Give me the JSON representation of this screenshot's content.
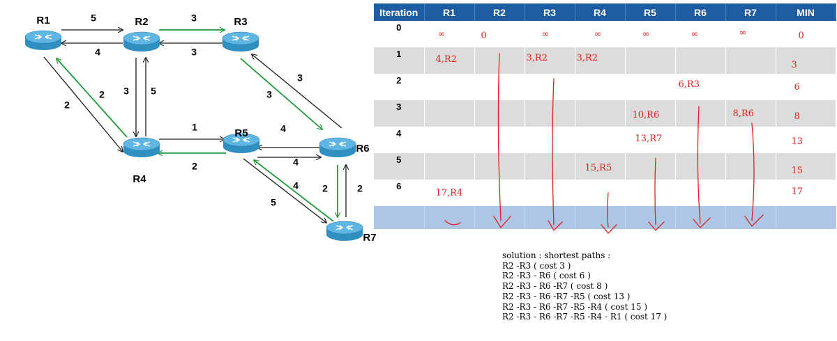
{
  "graph": {
    "routers": [
      {
        "id": "R1",
        "label": "R1"
      },
      {
        "id": "R2",
        "label": "R2"
      },
      {
        "id": "R3",
        "label": "R3"
      },
      {
        "id": "R4",
        "label": "R4"
      },
      {
        "id": "R5",
        "label": "R5"
      },
      {
        "id": "R6",
        "label": "R6"
      },
      {
        "id": "R7",
        "label": "R7"
      }
    ],
    "edges": [
      {
        "from": "R1",
        "to": "R2",
        "cost": "5",
        "highlight": false
      },
      {
        "from": "R2",
        "to": "R1",
        "cost": "4",
        "highlight": false
      },
      {
        "from": "R2",
        "to": "R3",
        "cost": "3",
        "highlight": true
      },
      {
        "from": "R3",
        "to": "R2",
        "cost": "3",
        "highlight": false
      },
      {
        "from": "R1",
        "to": "R4",
        "cost": "2",
        "highlight": false
      },
      {
        "from": "R4",
        "to": "R1",
        "cost": "2",
        "highlight": true
      },
      {
        "from": "R2",
        "to": "R4",
        "cost": "3",
        "highlight": false
      },
      {
        "from": "R4",
        "to": "R2",
        "cost": "5",
        "highlight": false
      },
      {
        "from": "R3",
        "to": "R6",
        "cost": "3",
        "highlight": true
      },
      {
        "from": "R6",
        "to": "R3",
        "cost": "3",
        "highlight": false
      },
      {
        "from": "R4",
        "to": "R5",
        "cost": "1",
        "highlight": false
      },
      {
        "from": "R5",
        "to": "R4",
        "cost": "2",
        "highlight": true
      },
      {
        "from": "R6",
        "to": "R5",
        "cost": "4",
        "highlight": false
      },
      {
        "from": "R5",
        "to": "R6",
        "cost": "4",
        "highlight": false
      },
      {
        "from": "R5",
        "to": "R7",
        "cost": "5",
        "highlight": false
      },
      {
        "from": "R7",
        "to": "R5",
        "cost": "4",
        "highlight": true
      },
      {
        "from": "R6",
        "to": "R7",
        "cost": "2",
        "highlight": true
      },
      {
        "from": "R7",
        "to": "R6",
        "cost": "2",
        "highlight": false
      }
    ],
    "colors": {
      "router_body": "#2f8fc0",
      "router_top": "#5fb6e2",
      "normal_edge": "#1a1a1a",
      "highlight_edge": "#1e9a3a"
    }
  },
  "table": {
    "headers": [
      "Iteration",
      "R1",
      "R2",
      "R3",
      "R4",
      "R5",
      "R6",
      "R7",
      "MIN"
    ],
    "rows": [
      {
        "iteration": "0",
        "cells": [
          "∞",
          "0",
          "∞",
          "∞",
          "∞",
          "∞",
          "∞"
        ],
        "min": "0"
      },
      {
        "iteration": "1",
        "cells": [
          "4,R2",
          "",
          "3,R2",
          "3,R2",
          "",
          "",
          ""
        ],
        "min": "3"
      },
      {
        "iteration": "2",
        "cells": [
          "",
          "",
          "",
          "",
          "",
          "6,R3",
          ""
        ],
        "min": "6"
      },
      {
        "iteration": "3",
        "cells": [
          "",
          "",
          "",
          "",
          "10,R6",
          "",
          "8,R6"
        ],
        "min": "8"
      },
      {
        "iteration": "4",
        "cells": [
          "",
          "",
          "",
          "",
          "13,R7",
          "",
          ""
        ],
        "min": "13"
      },
      {
        "iteration": "5",
        "cells": [
          "",
          "",
          "",
          "15,R5",
          "",
          "",
          ""
        ],
        "min": "15"
      },
      {
        "iteration": "6",
        "cells": [
          "17,R4",
          "",
          "",
          "",
          "",
          "",
          ""
        ],
        "min": "17"
      }
    ],
    "colors": {
      "header_bg": "#1f5da3",
      "odd_row": "#dcdcdc",
      "final_row": "#aec6e6",
      "annotation": "#e0201e"
    }
  },
  "solution": {
    "title": "solution : shortest paths :",
    "lines": [
      "R2 -R3 ( cost 3 )",
      "R2 -R3 - R6 ( cost 6 )",
      "R2 -R3 - R6 -R7 ( cost 8 )",
      "R2 -R3 - R6 -R7 -R5 ( cost 13 )",
      "R2 -R3 - R6 -R7 -R5 -R4 ( cost 15 )",
      "R2 -R3 - R6 -R7 -R5 -R4 - R1 ( cost 17 )"
    ]
  }
}
